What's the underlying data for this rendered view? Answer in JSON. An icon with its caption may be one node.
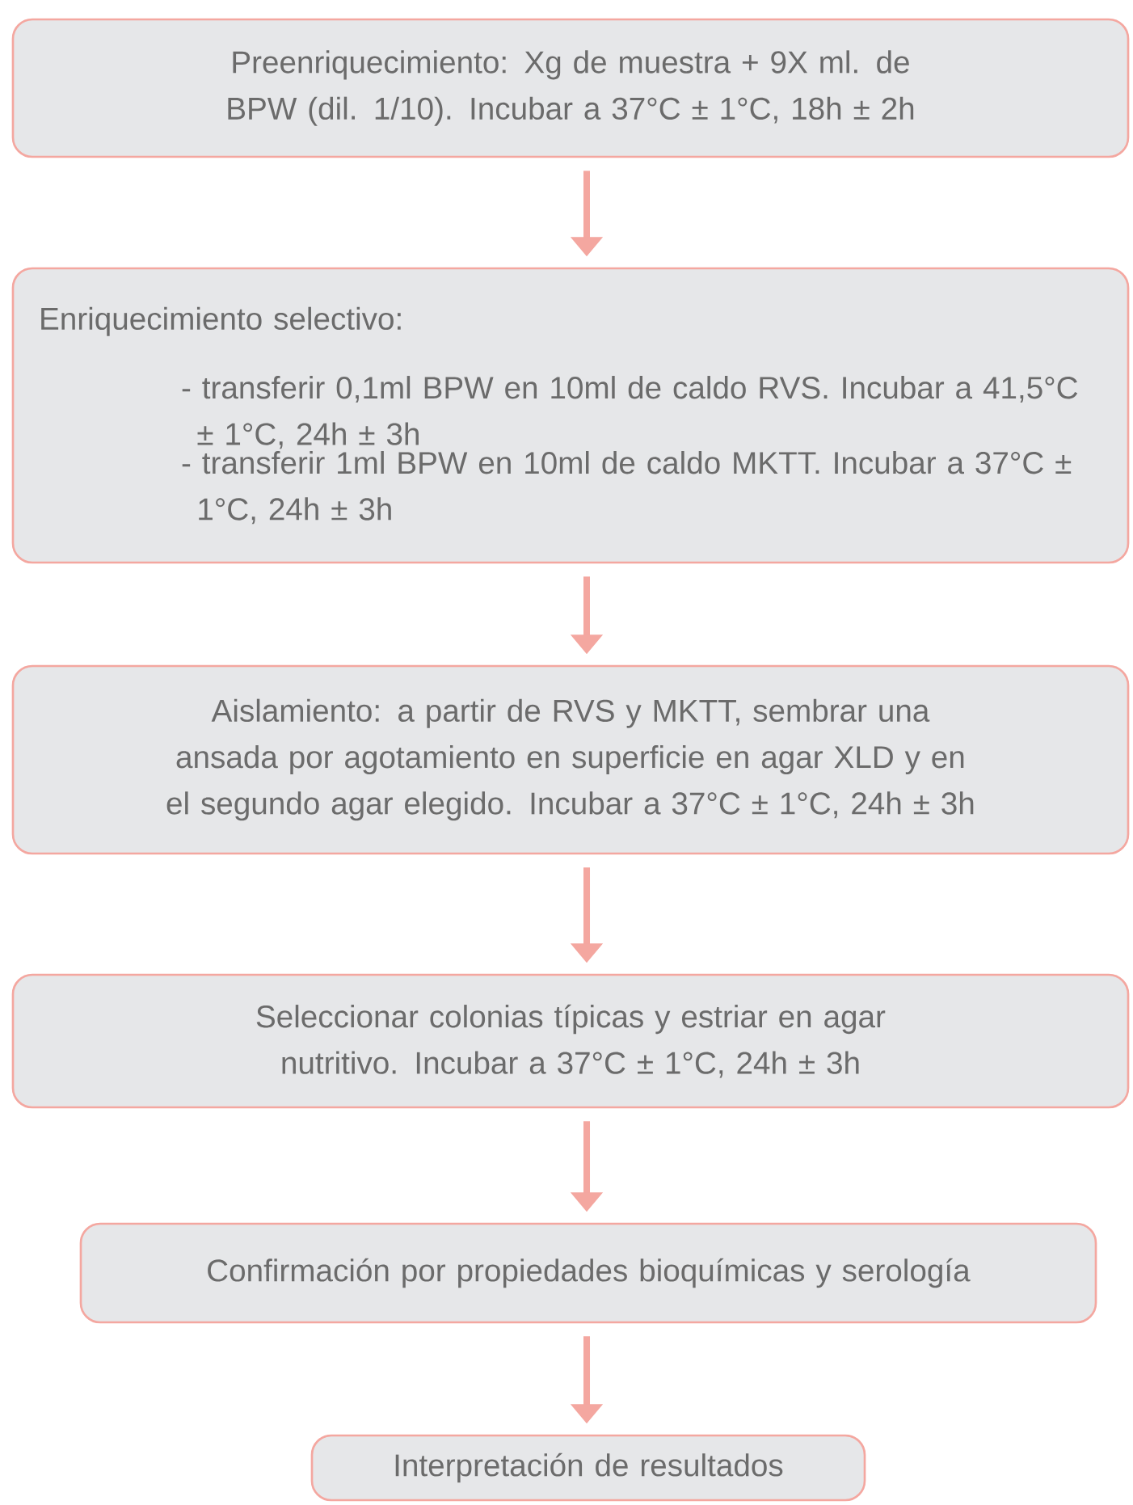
{
  "diagram": {
    "nodes": [
      {
        "text": [
          "Preenriquecimiento: Xg de muestra + 9X ml. de BPW (dil. 1/10). Incubar a 37°C ± 1°C, 18h ± 2h"
        ]
      },
      {
        "text": [
          "Enriquecimiento selectivo:",
          "- transferir 0,1ml BPW en 10ml de caldo RVS. Incubar a 41,5°C ± 1°C, 24h ± 3h",
          "- transferir 1ml BPW en 10ml de caldo MKTT. Incubar a 37°C ± 1°C, 24h ± 3h"
        ]
      },
      {
        "text": [
          "Aislamiento: a partir de RVS y MKTT, sembrar una ansada por agotamiento en superficie en agar XLD y en el segundo agar elegido. Incubar a 37°C ± 1°C, 24h ± 3h"
        ]
      },
      {
        "text": [
          "Seleccionar colonias típicas y estriar en agar nutritivo. Incubar a 37°C ± 1°C, 24h ± 3h"
        ]
      },
      {
        "text": [
          "Confirmación por propiedades bioquímicas y serología"
        ]
      },
      {
        "text": [
          "Interpretación de resultados"
        ]
      }
    ],
    "edges": [
      {
        "from": 0,
        "to": 1,
        "arrow": "to"
      },
      {
        "from": 1,
        "to": 2,
        "arrow": "to"
      },
      {
        "from": 2,
        "to": 3,
        "arrow": "to"
      },
      {
        "from": 3,
        "to": 4,
        "arrow": "to"
      },
      {
        "from": 4,
        "to": 5,
        "arrow": "to"
      }
    ]
  }
}
